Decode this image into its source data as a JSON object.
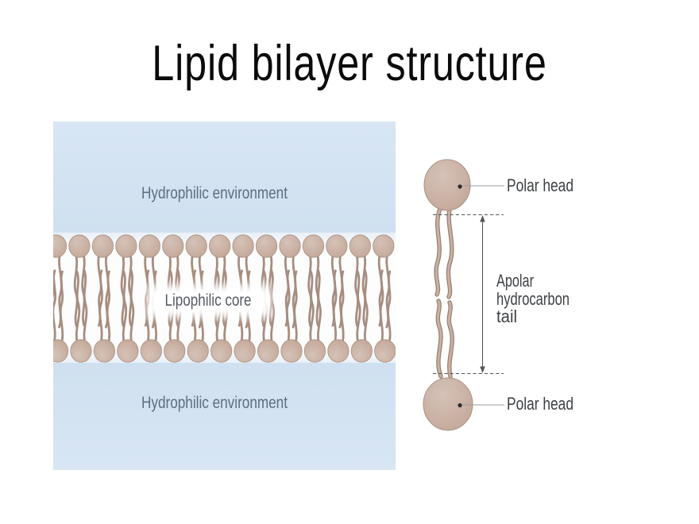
{
  "page": {
    "title": "Lipid bilayer structure"
  },
  "colors": {
    "title": "#0b0b0b",
    "water_1": "#d8e6f4",
    "water_2": "#cfe0f0",
    "core": "#fdfdfe",
    "core_edge": "#e9f0f8",
    "head_1": "#d6c2b8",
    "head_2": "#c2a797",
    "head_edge": "#ab9182",
    "tail": "#a78d7f",
    "tail_dark": "#977e70",
    "tail_light": "#c9b1a5",
    "water_label": "#5b6e80",
    "core_label": "#555a62",
    "annotation": "#3d4043",
    "leader": "#9a9da0",
    "guide": "#53565a",
    "dot": "#2a2a2a"
  },
  "bilayer": {
    "label_top": "Hydrophilic environment",
    "label_core": "Lipophilic core",
    "label_bottom": "Hydrophilic environment",
    "lipids_per_row": 15
  },
  "molecule": {
    "label_head_top": "Polar head",
    "label_head_bottom": "Polar head",
    "tail_label_lines": [
      "Apolar",
      "hydrocarbon",
      "tail"
    ]
  }
}
